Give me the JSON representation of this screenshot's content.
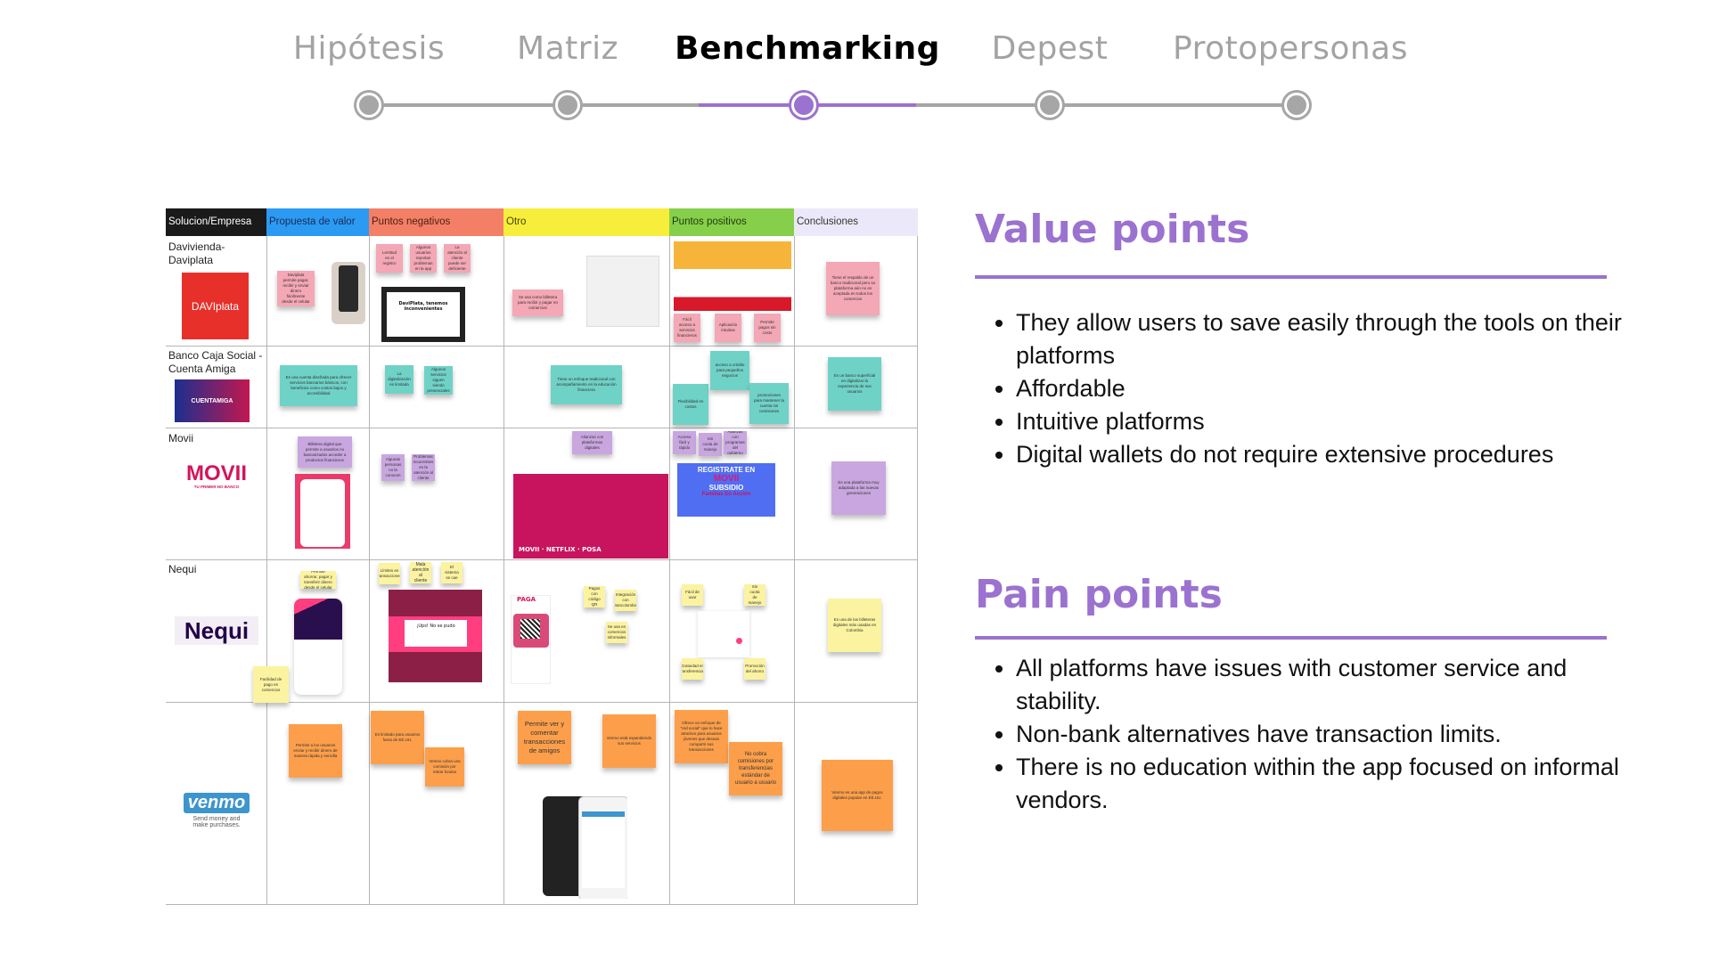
{
  "nav": {
    "steps": [
      {
        "label": "Hipótesis",
        "active": false
      },
      {
        "label": "Matriz",
        "active": false
      },
      {
        "label": "Benchmarking",
        "active": true
      },
      {
        "label": "Depest",
        "active": false
      },
      {
        "label": "Protopersonas",
        "active": false
      }
    ],
    "accent_color": "#9b72cf",
    "inactive_color": "#a6a6a6"
  },
  "board": {
    "headers": [
      {
        "label": "Solucion/Empresa",
        "color": "#1a1a1a"
      },
      {
        "label": "Propuesta de valor",
        "color": "#2b9af3"
      },
      {
        "label": "Puntos negativos",
        "color": "#f47f67"
      },
      {
        "label": "Otro",
        "color": "#f6ee3a"
      },
      {
        "label": "Puntos positivos",
        "color": "#86cf4a"
      },
      {
        "label": "Conclusiones",
        "color": "#ebe9f9"
      }
    ],
    "rows": [
      {
        "company": "Davivienda-Daviplata",
        "logo_text": "DAVIplata",
        "notes": {
          "value": [
            "Daviplata permite pagar, recibir y enviar dinero fácilmente desde el celular"
          ],
          "negative": [
            "Lentitud en el registro",
            "Algunos usuarios reportan problemas en la app",
            "La atención al cliente puede ser deficiente"
          ],
          "negative_image_text": "DaviPlata, tenemos inconvenientes",
          "other": [
            "Se usa como billetera para recibir y pagar en comercios"
          ],
          "positive": [
            "Fácil acceso a servicios financieros",
            "Aplicación intuitiva",
            "Permite pagos sin costo"
          ],
          "conclusion": [
            "Tiene el respaldo de un banco tradicional pero su plataforma aún no es aceptada en todos los comercios"
          ]
        }
      },
      {
        "company": "Banco Caja Social - Cuenta Amiga",
        "logo_text": "CUENTAMIGA",
        "notes": {
          "value": [
            "Es una cuenta diseñada para ofrecer servicios bancarios básicos, con beneficios como costos bajos y accesibilidad"
          ],
          "negative": [
            "La digitalización es limitada",
            "Algunos servicios siguen siendo presenciales"
          ],
          "other": [
            "Tiene un enfoque tradicional con acompañamiento en la educación financiera"
          ],
          "positive": [
            "acceso a crédito para pequeños negocios",
            "Flexibilidad en costos",
            "promociones para mantener la cuenta sin comisiones"
          ],
          "conclusion": [
            "Es un banco superficial en digitalizar la experiencia de sus usuarios"
          ]
        }
      },
      {
        "company": "Movii",
        "logo_text": "MOVII",
        "logo_tagline": "TU PRIMER NO BANCO",
        "notes": {
          "value": [
            "Billetera digital que permite a usuarios no bancarizados acceder a productos financieros"
          ],
          "negative": [
            "Algunas personas no la conocen",
            "Problemas recurrentes en la atención al cliente"
          ],
          "other": [
            "Alianzas con plataformas digitales"
          ],
          "other_image_text": "MOVII · NETFLIX · POSA",
          "positive": [
            "Acceso fácil y rápido",
            "Sin cuota de manejo",
            "Alianzas con programas del gobierno"
          ],
          "positive_image_text": [
            "REGISTRATE EN",
            "MOVII",
            "SUBSIDIO",
            "Familias En Acción"
          ],
          "conclusion": [
            "Es una plataforma muy adaptada a las nuevas generaciones"
          ]
        }
      },
      {
        "company": "Nequi",
        "logo_text": "Nequi",
        "notes": {
          "value": [
            "Permite ahorrar, pagar y transferir dinero desde el celular",
            "Facilidad de pago en comercios"
          ],
          "negative": [
            "Límites en transacciones",
            "Mala atención al cliente",
            "El sistema se cae"
          ],
          "negative_image_text": "¡Ups! No se pudo",
          "other": [
            "Pagos con código QR",
            "Integración con Bancolombia",
            "Se usa en comercios informales"
          ],
          "other_image_text": "PAGA",
          "positive": [
            "Fácil de usar",
            "Sin cuota de manejo",
            "Gratuidad en transferencias",
            "Promoción del ahorro"
          ],
          "conclusion": [
            "Es una de las billeteras digitales más usadas en Colombia"
          ]
        }
      },
      {
        "company": "",
        "logo_text": "venmo",
        "logo_tagline": "Send money and make purchases.",
        "notes": {
          "value": [
            "Permite a los usuarios enviar y recibir dinero de manera rápida y sencilla"
          ],
          "negative": [
            "Es limitado para usuarios fuera de EE.UU.",
            "Venmo cobra una comisión por retirar fondos"
          ],
          "other": [
            "Permite ver y comentar transacciones de amigos",
            "Venmo está expandiendo sus servicios"
          ],
          "positive": [
            "Ofrece un enfoque de \"red social\" que lo hace atractivo para usuarios jóvenes que desean compartir sus transacciones",
            "No cobra comisiones por transferencias estándar de usuario a usuario"
          ],
          "conclusion": [
            "Venmo es una app de pagos digitales popular en EE.UU."
          ]
        }
      }
    ]
  },
  "value_points": {
    "title": "Value points",
    "items": [
      "They allow users to save easily through the tools on their platforms",
      "Affordable",
      "Intuitive platforms",
      "Digital wallets do not require extensive procedures"
    ]
  },
  "pain_points": {
    "title": "Pain points",
    "items": [
      "All platforms have issues with customer service and stability.",
      "Non-bank alternatives have transaction limits.",
      "There is no education within the app focused on informal vendors."
    ]
  }
}
